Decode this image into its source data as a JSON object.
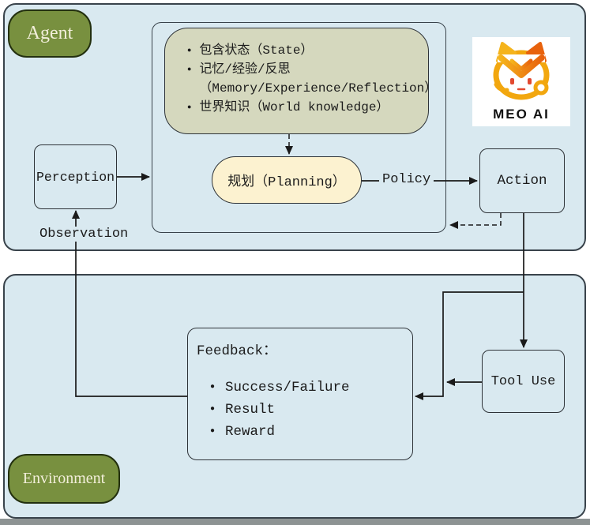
{
  "agent": {
    "label": "Agent",
    "memory_box": {
      "items": [
        "包含状态（State）",
        "记忆/经验/反思（Memory/Experience/Reflection）",
        "世界知识（World knowledge）"
      ]
    },
    "planning_label": "规划（Planning）",
    "policy_label": "Policy",
    "perception_label": "Perception",
    "action_label": "Action",
    "observation_label": "Observation"
  },
  "environment": {
    "label": "Environment",
    "feedback": {
      "title": "Feedback：",
      "items": [
        "Success/Failure",
        "Result",
        "Reward"
      ]
    },
    "tool_use_label": "Tool Use"
  },
  "logo": {
    "text": "MEO AI"
  },
  "colors": {
    "container_fill": "#d9e9f0",
    "badge_green": "#78903f",
    "memory_box_fill": "#d5d8be",
    "planning_fill": "#fcf2d0",
    "line": "#1a1a1a",
    "logo_orange": "#f5a81c",
    "logo_red_orange": "#e8620d"
  }
}
